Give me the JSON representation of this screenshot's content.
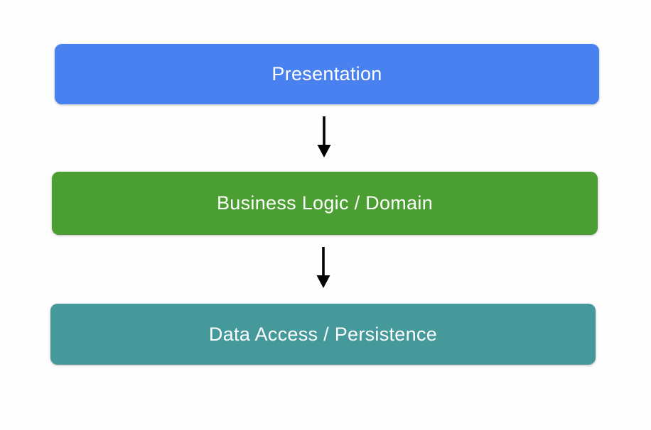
{
  "diagram": {
    "background_color": "#FEFEFE",
    "layers": [
      {
        "label": "Presentation",
        "color": "#4A81F0",
        "text_color": "#FFFFFF"
      },
      {
        "label": "Business Logic / Domain",
        "color": "#4B9E32",
        "text_color": "#FFFFFF"
      },
      {
        "label": "Data Access / Persistence",
        "color": "#45999B",
        "text_color": "#FFFFFF"
      }
    ],
    "connectors": [
      {
        "icon": "arrow-down-icon",
        "color": "#000000"
      },
      {
        "icon": "arrow-down-icon",
        "color": "#000000"
      }
    ]
  }
}
